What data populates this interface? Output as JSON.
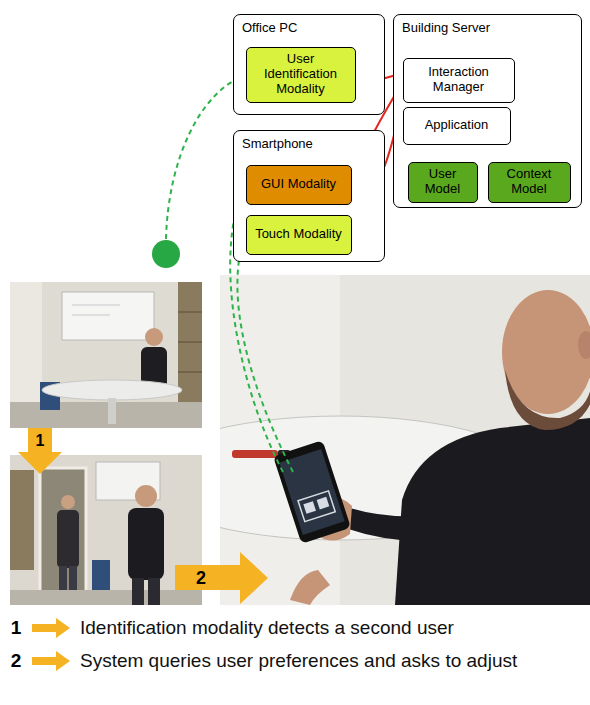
{
  "diagram": {
    "nodes": [
      {
        "text": [
          "Office PC"
        ]
      },
      {
        "text": [
          "User Identification Modality"
        ],
        "in": 0
      },
      {
        "text": [
          "Smartphone"
        ]
      },
      {
        "text": [
          "GUI Modality"
        ],
        "in": 2
      },
      {
        "text": [
          "Touch Modality"
        ],
        "in": 2
      },
      {
        "text": [
          "Building Server"
        ]
      },
      {
        "text": [
          "Interaction Manager"
        ],
        "in": 5
      },
      {
        "text": [
          "Application"
        ],
        "in": 5
      },
      {
        "text": [
          "User Model"
        ],
        "in": 5
      },
      {
        "text": [
          "Context Model"
        ],
        "in": 5
      }
    ],
    "edges": [
      {
        "from": 1,
        "to": 6,
        "arrow": "to"
      },
      {
        "from": 6,
        "to": 3,
        "arrow": "to"
      },
      {
        "from": 4,
        "to": 6,
        "arrow": "to"
      },
      {
        "from": 6,
        "to": 7,
        "arrow": "both"
      },
      {
        "from": 8,
        "to": 7,
        "arrow": "to"
      },
      {
        "from": 9,
        "to": 7,
        "arrow": "both"
      }
    ],
    "labels": [
      "1",
      "2",
      "1",
      "2"
    ],
    "legend": [
      {
        "text": "Identification modality detects a second user"
      },
      {
        "text": "System queries user preferences and asks to adjust"
      }
    ]
  }
}
